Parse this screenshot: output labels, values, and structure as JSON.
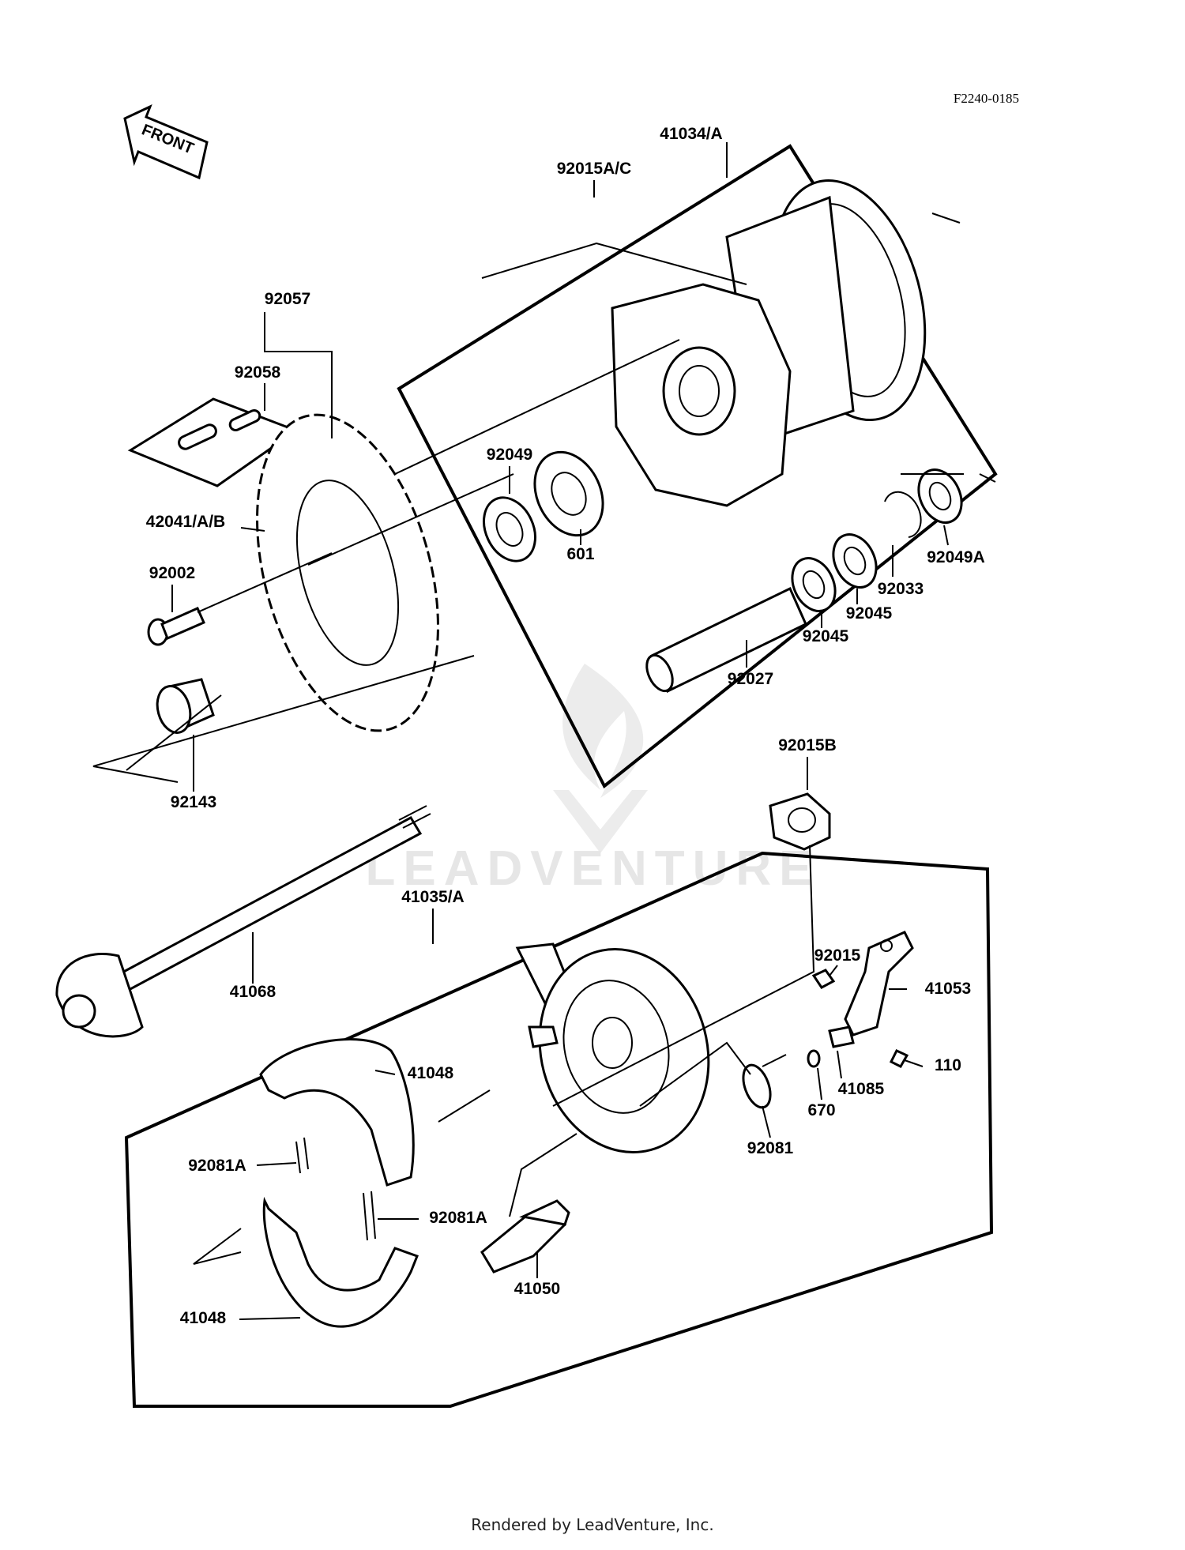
{
  "figure_code": "F2240-0185",
  "front_label": "FRONT",
  "watermark": "LEADVENTURE",
  "footer": "Rendered by LeadVenture, Inc.",
  "labels": {
    "l41034a": "41034/A",
    "l92015ac": "92015A/C",
    "l92057": "92057",
    "l92058": "92058",
    "l92049": "92049",
    "l42041ab": "42041/A/B",
    "l601": "601",
    "l92002": "92002",
    "l92049a": "92049A",
    "l92033": "92033",
    "l92045a": "92045",
    "l92045b": "92045",
    "l92027": "92027",
    "l92143": "92143",
    "l92015b": "92015B",
    "l41035a": "41035/A",
    "l92015": "92015",
    "l41053": "41053",
    "l41068": "41068",
    "l41048a": "41048",
    "l110": "110",
    "l41085": "41085",
    "l670": "670",
    "l92081": "92081",
    "l92081a1": "92081A",
    "l92081a2": "92081A",
    "l41050": "41050",
    "l41048b": "41048"
  }
}
